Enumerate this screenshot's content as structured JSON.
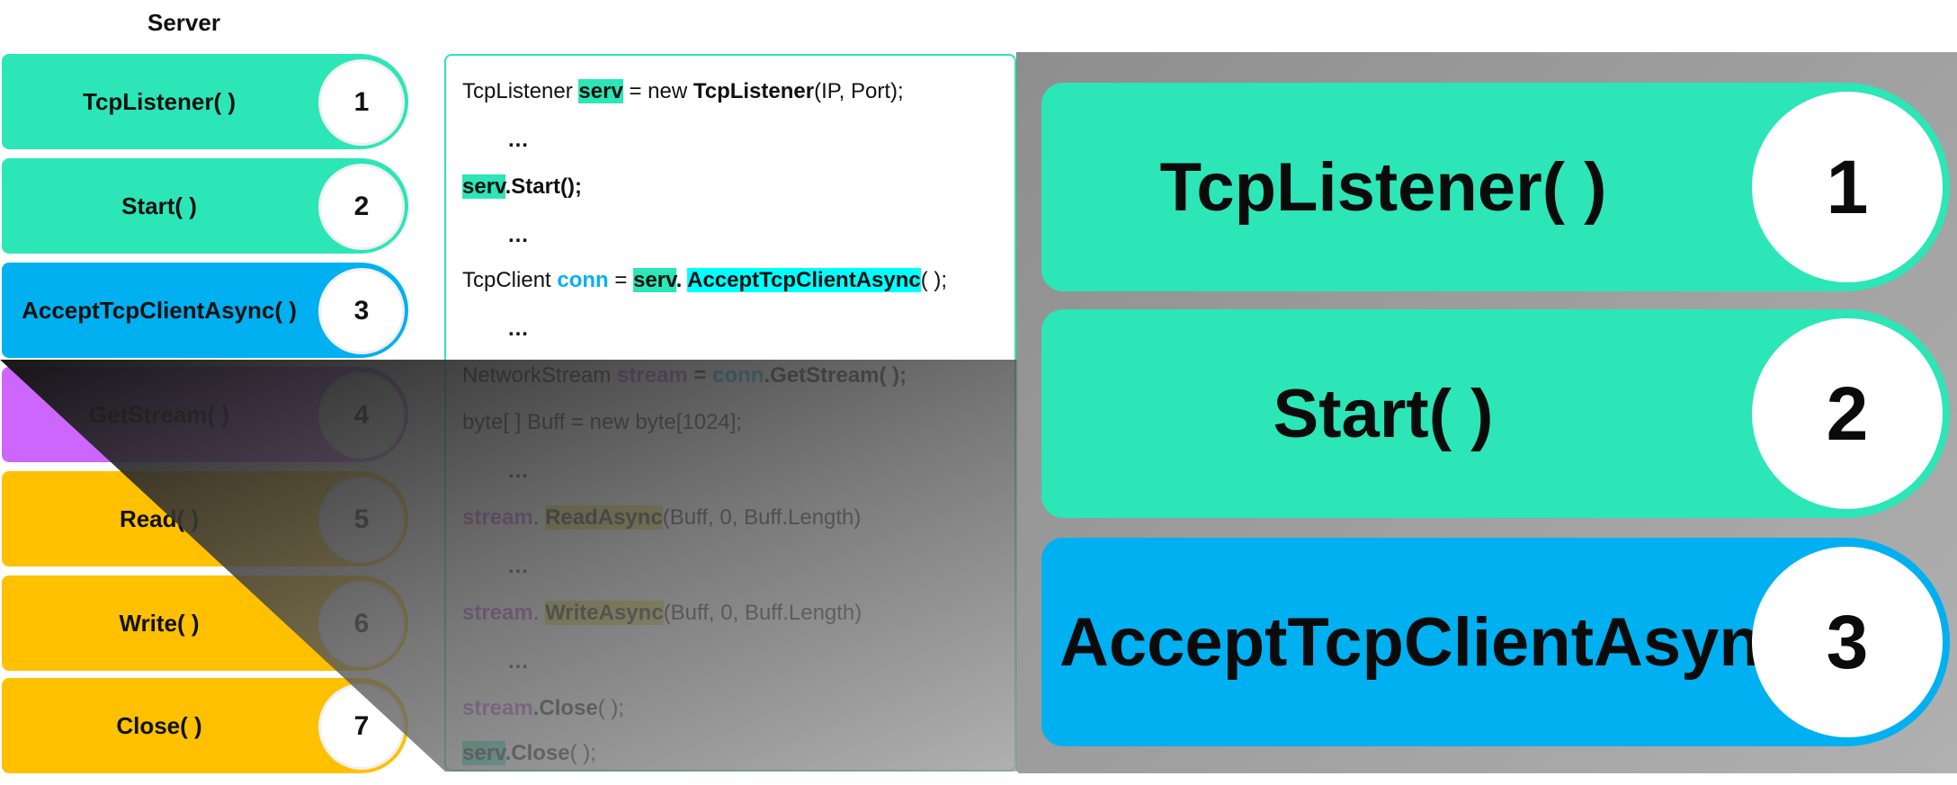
{
  "server_title": "Server",
  "colors": {
    "teal": "#2ce6b7",
    "blue": "#00b0f0",
    "purple": "#cc66ff",
    "yellow": "#ffc000",
    "cyan_highlight": "#00ffff",
    "olive_highlight": "#e3d83a",
    "overlay_gray": "#9a9a9a"
  },
  "steps": [
    {
      "label": "TcpListener( )",
      "number": "1"
    },
    {
      "label": "Start( )",
      "number": "2"
    },
    {
      "label": "AcceptTcpClientAsync( )",
      "number": "3"
    },
    {
      "label": "GetStream( )",
      "number": "4"
    },
    {
      "label": "Read( )",
      "number": "5"
    },
    {
      "label": "Write( )",
      "number": "6"
    },
    {
      "label": "Close( )",
      "number": "7"
    }
  ],
  "code": {
    "l1": {
      "a": "TcpListener ",
      "b": "serv",
      "c": " = new ",
      "d": "TcpListener",
      "e": "(IP, Port);"
    },
    "dots": "…",
    "l3": {
      "a": "serv",
      "b": ".Start();"
    },
    "l5": {
      "a": "TcpClient ",
      "b": "conn",
      "c": " = ",
      "d": "serv",
      "e": ". ",
      "f": "AcceptTcpClientAsync",
      "g": "( );"
    },
    "l7": {
      "a": "NetworkStream ",
      "b": "stream",
      "c": " = ",
      "d": "conn",
      "e": ".GetStream( );"
    },
    "l8": "byte[ ] Buff = new byte[1024];",
    "l10": {
      "a": "stream",
      "b": ". ",
      "c": "ReadAsync",
      "d": "(Buff, 0, Buff.Length)"
    },
    "l12": {
      "a": "stream",
      "b": ". ",
      "c": "WriteAsync",
      "d": "(Buff, 0, Buff.Length)"
    },
    "l14": {
      "a": "stream",
      "b": ".Close",
      "c": "( );"
    },
    "l15": {
      "a": "serv",
      "b": ".Close",
      "c": "( );"
    }
  },
  "zoom": [
    {
      "label": "TcpListener( )",
      "number": "1"
    },
    {
      "label": "Start( )",
      "number": "2"
    },
    {
      "label": "AcceptTcpClientAsync( )",
      "number": "3"
    }
  ]
}
